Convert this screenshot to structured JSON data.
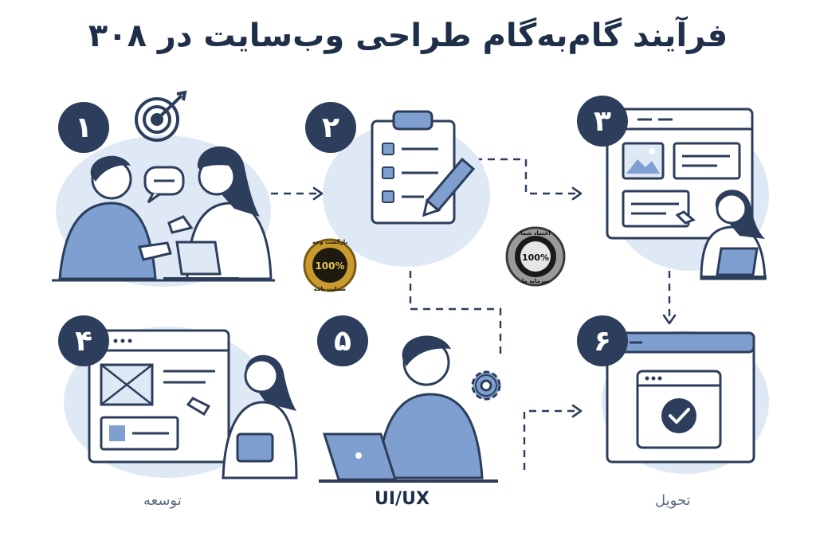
{
  "title": "فرآیند گام‌به‌گام طراحی وب‌سایت در ۳۰۸",
  "steps": [
    {
      "num": "۱",
      "caption": ""
    },
    {
      "num": "۲",
      "caption": ""
    },
    {
      "num": "۳",
      "caption": ""
    },
    {
      "num": "۴",
      "caption": "توسعه"
    },
    {
      "num": "۵",
      "caption": "UI/UX"
    },
    {
      "num": "۶",
      "caption": "تحویل"
    }
  ],
  "badge_gold": {
    "top": "بازگشت وجه",
    "mid": "100%",
    "bottom": "ضمانت نامه"
  },
  "badge_silver": {
    "top": "اعتماد شما",
    "mid": "100%",
    "bottom": "سرمایه ما"
  },
  "colors": {
    "navy": "#2c3e5c",
    "blue": "#7f9fd0",
    "pale": "#dfe8f5",
    "line": "#3a4d6b",
    "gold": "#c99a2e"
  }
}
